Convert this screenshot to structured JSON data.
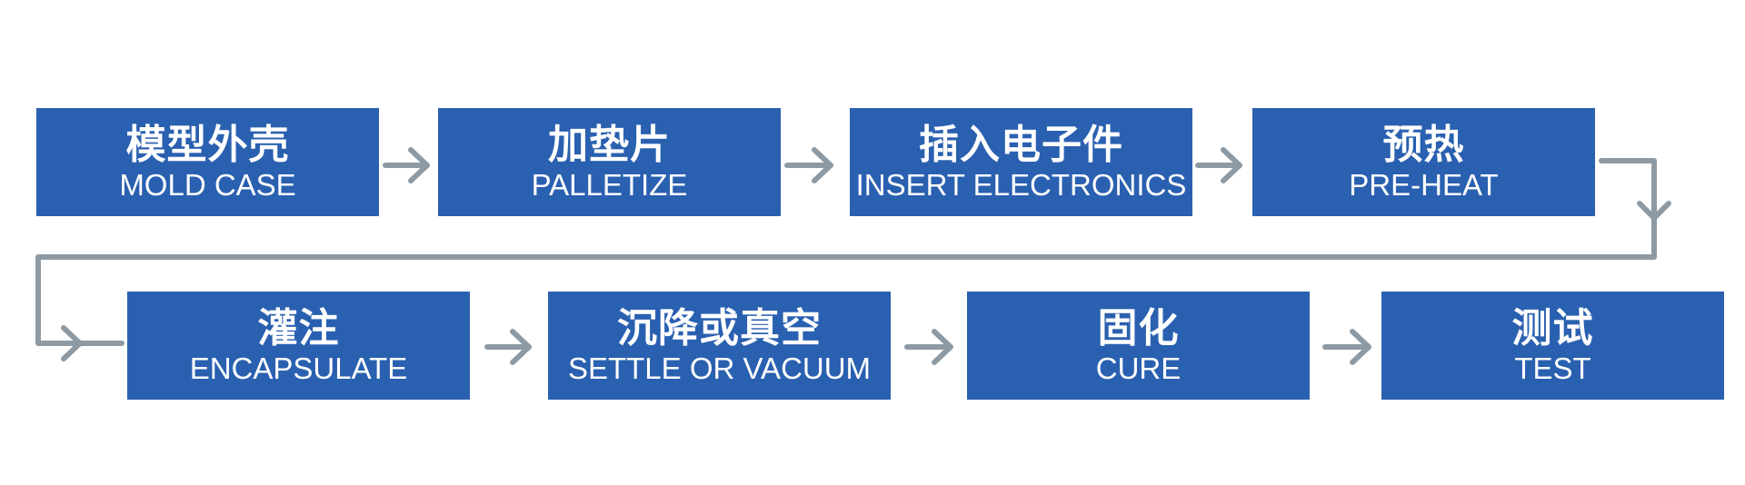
{
  "steps": [
    {
      "zh": "模型外壳",
      "en": "MOLD CASE"
    },
    {
      "zh": "加垫片",
      "en": "PALLETIZE"
    },
    {
      "zh": "插入电子件",
      "en": "INSERT ELECTRONICS"
    },
    {
      "zh": "预热",
      "en": "PRE-HEAT"
    },
    {
      "zh": "灌注",
      "en": "ENCAPSULATE"
    },
    {
      "zh": "沉降或真空",
      "en": "SETTLE OR VACUUM"
    },
    {
      "zh": "固化",
      "en": "CURE"
    },
    {
      "zh": "测试",
      "en": "TEST"
    }
  ],
  "colors": {
    "box": "#2a60b0",
    "arrow": "#8e9aa3",
    "text": "#ffffff"
  }
}
